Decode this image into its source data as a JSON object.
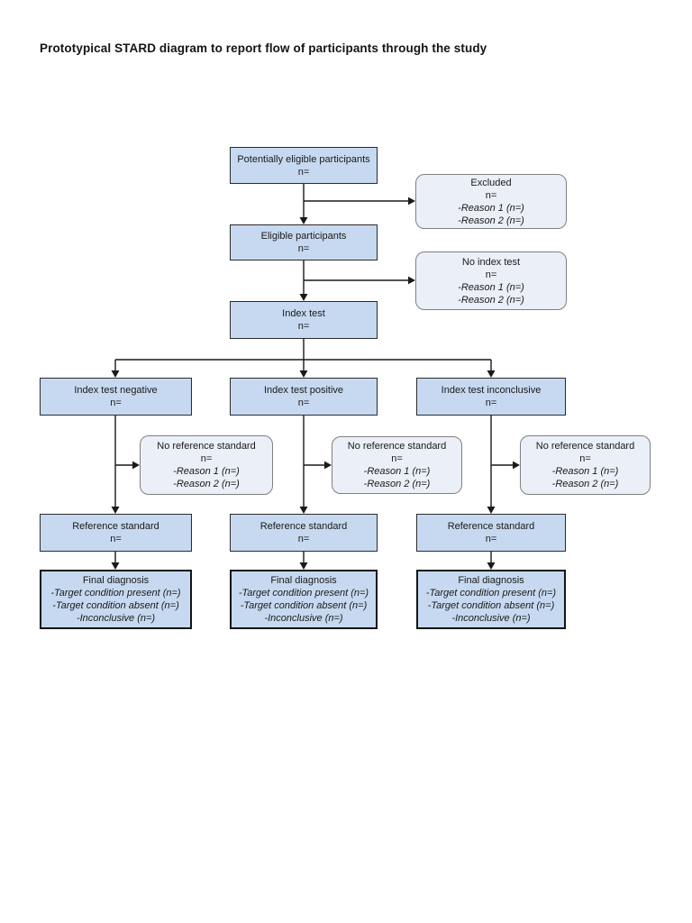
{
  "page": {
    "title": "Prototypical STARD diagram to report flow of participants through the study"
  },
  "colors": {
    "node_fill": "#c6d9f0",
    "node_border": "#2b2b2b",
    "side_fill": "#eaeff8",
    "side_border": "#808080",
    "final_border": "#141414",
    "arrow": "#1a1a1a",
    "background": "#ffffff"
  },
  "nodes": {
    "potentially_eligible": {
      "title": "Potentially eligible participants",
      "n": "n="
    },
    "excluded": {
      "title": "Excluded",
      "n": "n=",
      "reason1": "-Reason 1 (n=)",
      "reason2": "-Reason 2 (n=)"
    },
    "eligible": {
      "title": "Eligible participants",
      "n": "n="
    },
    "no_index_test": {
      "title": "No index test",
      "n": "n=",
      "reason1": "-Reason 1 (n=)",
      "reason2": "-Reason 2 (n=)"
    },
    "index_test": {
      "title": "Index test",
      "n": "n="
    },
    "index_negative": {
      "title": "Index test negative",
      "n": "n="
    },
    "index_positive": {
      "title": "Index test positive",
      "n": "n="
    },
    "index_inconclusive": {
      "title": "Index test inconclusive",
      "n": "n="
    },
    "no_ref_negative": {
      "title": "No reference standard",
      "n": "n=",
      "reason1": "-Reason 1 (n=)",
      "reason2": "-Reason 2 (n=)"
    },
    "no_ref_positive": {
      "title": "No reference standard",
      "n": "n=",
      "reason1": "-Reason 1 (n=)",
      "reason2": "-Reason 2 (n=)"
    },
    "no_ref_inconclusive": {
      "title": "No reference standard",
      "n": "n=",
      "reason1": "-Reason 1 (n=)",
      "reason2": "-Reason 2 (n=)"
    },
    "ref_negative": {
      "title": "Reference standard",
      "n": "n="
    },
    "ref_positive": {
      "title": "Reference standard",
      "n": "n="
    },
    "ref_inconclusive": {
      "title": "Reference standard",
      "n": "n="
    },
    "final_negative": {
      "title": "Final diagnosis",
      "present": "-Target condition present (n=)",
      "absent": "-Target condition absent (n=)",
      "inconclusive": "-Inconclusive (n=)"
    },
    "final_positive": {
      "title": "Final diagnosis",
      "present": "-Target condition present (n=)",
      "absent": "-Target condition absent (n=)",
      "inconclusive": "-Inconclusive (n=)"
    },
    "final_inconclusive": {
      "title": "Final diagnosis",
      "present": "-Target condition present (n=)",
      "absent": "-Target condition absent (n=)",
      "inconclusive": "-Inconclusive (n=)"
    }
  }
}
